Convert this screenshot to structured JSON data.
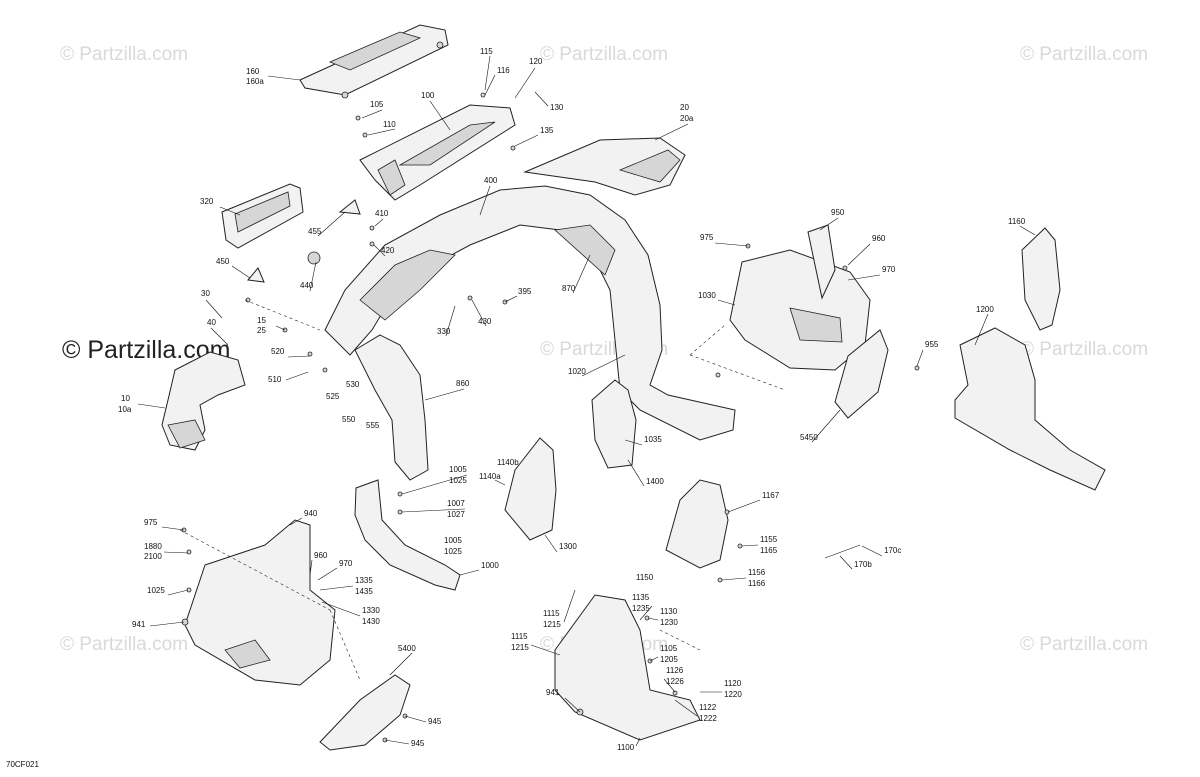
{
  "watermark": {
    "text": "© Partzilla.com"
  },
  "figure_id": "70CF021",
  "callouts": [
    {
      "text": "160"
    },
    {
      "text": "160a"
    },
    {
      "text": "115"
    },
    {
      "text": "116"
    },
    {
      "text": "120"
    },
    {
      "text": "130"
    },
    {
      "text": "105"
    },
    {
      "text": "100"
    },
    {
      "text": "110"
    },
    {
      "text": "135"
    },
    {
      "text": "20"
    },
    {
      "text": "20a"
    },
    {
      "text": "320"
    },
    {
      "text": "400"
    },
    {
      "text": "410"
    },
    {
      "text": "455"
    },
    {
      "text": "420"
    },
    {
      "text": "450"
    },
    {
      "text": "440"
    },
    {
      "text": "30"
    },
    {
      "text": "40"
    },
    {
      "text": "15"
    },
    {
      "text": "25"
    },
    {
      "text": "520"
    },
    {
      "text": "510"
    },
    {
      "text": "530"
    },
    {
      "text": "525"
    },
    {
      "text": "550"
    },
    {
      "text": "555"
    },
    {
      "text": "860"
    },
    {
      "text": "10"
    },
    {
      "text": "10a"
    },
    {
      "text": "395"
    },
    {
      "text": "430"
    },
    {
      "text": "330"
    },
    {
      "text": "870"
    },
    {
      "text": "975"
    },
    {
      "text": "950"
    },
    {
      "text": "960"
    },
    {
      "text": "970"
    },
    {
      "text": "1030"
    },
    {
      "text": "1160"
    },
    {
      "text": "1200"
    },
    {
      "text": "955"
    },
    {
      "text": "1020"
    },
    {
      "text": "1035"
    },
    {
      "text": "5450"
    },
    {
      "text": "1400"
    },
    {
      "text": "1167"
    },
    {
      "text": "1005"
    },
    {
      "text": "1025"
    },
    {
      "text": "1140b"
    },
    {
      "text": "1140a"
    },
    {
      "text": "1007"
    },
    {
      "text": "1027"
    },
    {
      "text": "1005"
    },
    {
      "text": "1025"
    },
    {
      "text": "1000"
    },
    {
      "text": "1300"
    },
    {
      "text": "1155"
    },
    {
      "text": "1165"
    },
    {
      "text": "1150"
    },
    {
      "text": "1156"
    },
    {
      "text": "1166"
    },
    {
      "text": "170c"
    },
    {
      "text": "170b"
    },
    {
      "text": "975"
    },
    {
      "text": "940"
    },
    {
      "text": "1880"
    },
    {
      "text": "2100"
    },
    {
      "text": "960"
    },
    {
      "text": "970"
    },
    {
      "text": "1335"
    },
    {
      "text": "1435"
    },
    {
      "text": "1025"
    },
    {
      "text": "1330"
    },
    {
      "text": "1430"
    },
    {
      "text": "941"
    },
    {
      "text": "5400"
    },
    {
      "text": "945"
    },
    {
      "text": "945"
    },
    {
      "text": "1135"
    },
    {
      "text": "1235"
    },
    {
      "text": "1115"
    },
    {
      "text": "1215"
    },
    {
      "text": "1130"
    },
    {
      "text": "1230"
    },
    {
      "text": "1115"
    },
    {
      "text": "1215"
    },
    {
      "text": "1105"
    },
    {
      "text": "1205"
    },
    {
      "text": "1126"
    },
    {
      "text": "1226"
    },
    {
      "text": "1120"
    },
    {
      "text": "1220"
    },
    {
      "text": "941"
    },
    {
      "text": "1122"
    },
    {
      "text": "1222"
    },
    {
      "text": "1100"
    }
  ]
}
